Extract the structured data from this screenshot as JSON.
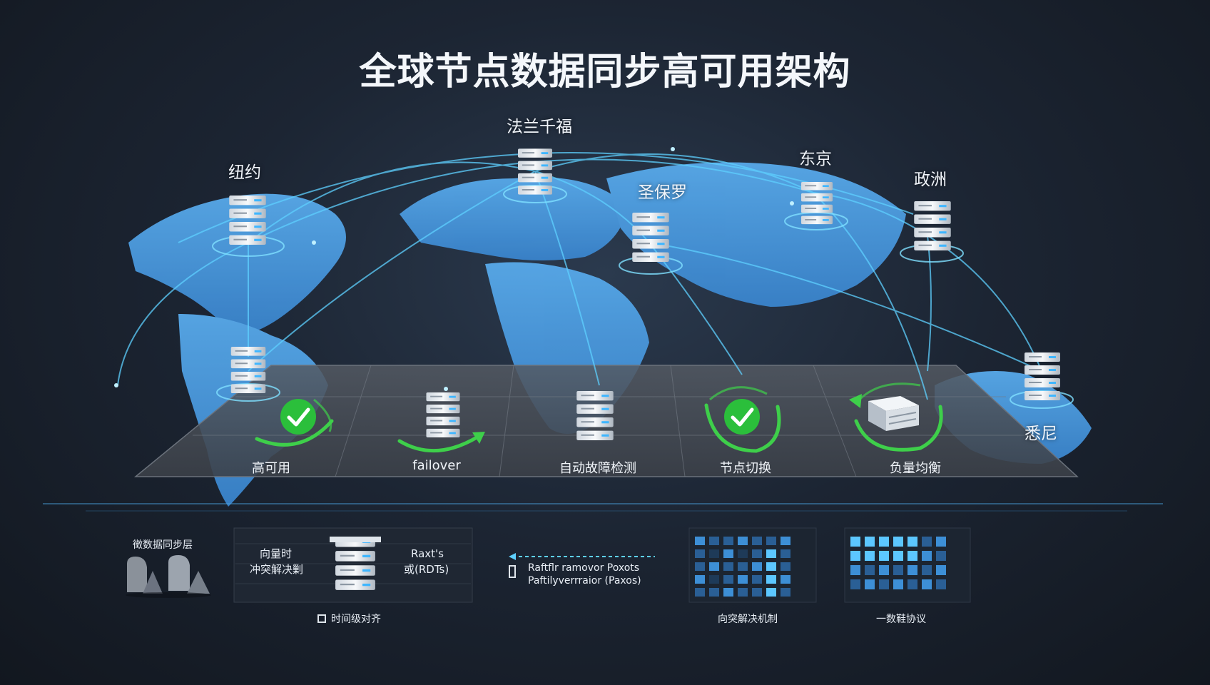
{
  "title": "全球节点数据同步高可用架构",
  "colors": {
    "background": "#1c2533",
    "continent": "#4a9fe6",
    "link": "#5ed0ff",
    "check": "#3ecf4a",
    "panel": "#4a4f57"
  },
  "nodes": {
    "newyork": "纽约",
    "frankfurt": "法兰千福",
    "saopaulo": "圣保罗",
    "tokyo": "东京",
    "europe": "政洲",
    "sydney": "悉尼"
  },
  "features": {
    "ha": "高可用",
    "failover": "failover",
    "detect": "自动故障检测",
    "switch": "节点切换",
    "balance": "负量均衡"
  },
  "bottom": {
    "layer_title": "徵数据同步层",
    "vector_line1": "向量时",
    "vector_line2": "冲突解决剿",
    "raft_line1": "Raxt's",
    "raft_line2": "或(RDTs)",
    "time_align": "时间级对齐",
    "protocol_line1": "Raftflr ramovor Poxots",
    "protocol_line2": "Paftilyverrraior (Paxos)",
    "conflict_caption": "向突解决机制",
    "consistency_caption": "一数鞋协议"
  }
}
